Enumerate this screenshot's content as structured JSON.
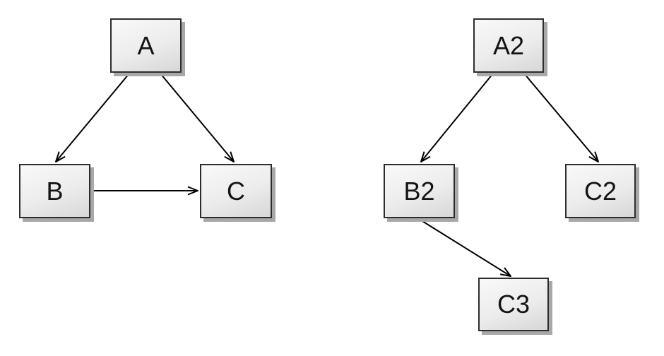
{
  "page": {
    "background_color": "#ffffff"
  },
  "diagram": {
    "left": {
      "nodes": [
        {
          "id": "A",
          "label": "A"
        },
        {
          "id": "B",
          "label": "B"
        },
        {
          "id": "C",
          "label": "C"
        }
      ],
      "edges": [
        {
          "from": "A",
          "to": "B"
        },
        {
          "from": "A",
          "to": "C"
        },
        {
          "from": "B",
          "to": "C"
        }
      ]
    },
    "right": {
      "nodes": [
        {
          "id": "A2",
          "label": "A2"
        },
        {
          "id": "B2",
          "label": "B2"
        },
        {
          "id": "C2",
          "label": "C2"
        },
        {
          "id": "C3",
          "label": "C3"
        }
      ],
      "edges": [
        {
          "from": "A2",
          "to": "B2"
        },
        {
          "from": "A2",
          "to": "C2"
        },
        {
          "from": "B2",
          "to": "C3"
        }
      ]
    },
    "style": {
      "node_fill_light": "#f9f9f9",
      "node_fill_dark": "#d7d7d7",
      "node_border_color": "#2d2d2d",
      "node_text_color": "#141414",
      "shadow_color": "#a8a8a8",
      "arrow_color": "#000000",
      "arrowhead_style": "open-v"
    }
  }
}
